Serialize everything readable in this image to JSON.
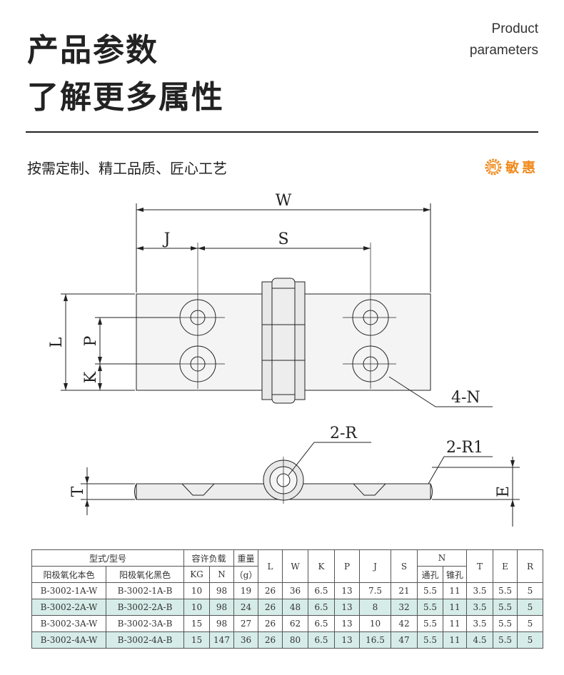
{
  "header": {
    "title_line1": "产品参数",
    "title_line2": "了解更多属性",
    "en_line1": "Product",
    "en_line2": "parameters",
    "slogan": "按需定制、精工品质、匠心工艺",
    "brand": "敏惠",
    "brand_logo_text": "MH"
  },
  "colors": {
    "brand": "#f08a1c",
    "row_alt": "#d6ece8",
    "line": "#222222"
  },
  "drawing": {
    "top_view": {
      "W": "W",
      "J": "J",
      "S": "S",
      "L": "L",
      "P": "P",
      "K": "K",
      "N": "4-N"
    },
    "side_view": {
      "R": "2-R",
      "R1": "2-R1",
      "T": "T",
      "E": "E"
    }
  },
  "table": {
    "group_headers": {
      "model": "型式/型号",
      "load": "容许负载",
      "weight": "重量",
      "N": "N"
    },
    "sub_headers": {
      "natural": "阳极氧化本色",
      "black": "阳极氧化黑色",
      "kg": "KG",
      "n": "N",
      "g": "（g）",
      "through": "通孔",
      "counter": "锥孔"
    },
    "dim_headers": [
      "L",
      "W",
      "K",
      "P",
      "J",
      "S"
    ],
    "tail_headers": [
      "T",
      "E",
      "R"
    ],
    "rows": [
      [
        "B-3002-1A-W",
        "B-3002-1A-B",
        "10",
        "98",
        "19",
        "26",
        "36",
        "6.5",
        "13",
        "7.5",
        "21",
        "5.5",
        "11",
        "3.5",
        "5.5",
        "5"
      ],
      [
        "B-3002-2A-W",
        "B-3002-2A-B",
        "10",
        "98",
        "24",
        "26",
        "48",
        "6.5",
        "13",
        "8",
        "32",
        "5.5",
        "11",
        "3.5",
        "5.5",
        "5"
      ],
      [
        "B-3002-3A-W",
        "B-3002-3A-B",
        "15",
        "98",
        "27",
        "26",
        "62",
        "6.5",
        "13",
        "10",
        "42",
        "5.5",
        "11",
        "3.5",
        "5.5",
        "5"
      ],
      [
        "B-3002-4A-W",
        "B-3002-4A-B",
        "15",
        "147",
        "36",
        "26",
        "80",
        "6.5",
        "13",
        "16.5",
        "47",
        "5.5",
        "11",
        "4.5",
        "5.5",
        "5"
      ]
    ]
  }
}
